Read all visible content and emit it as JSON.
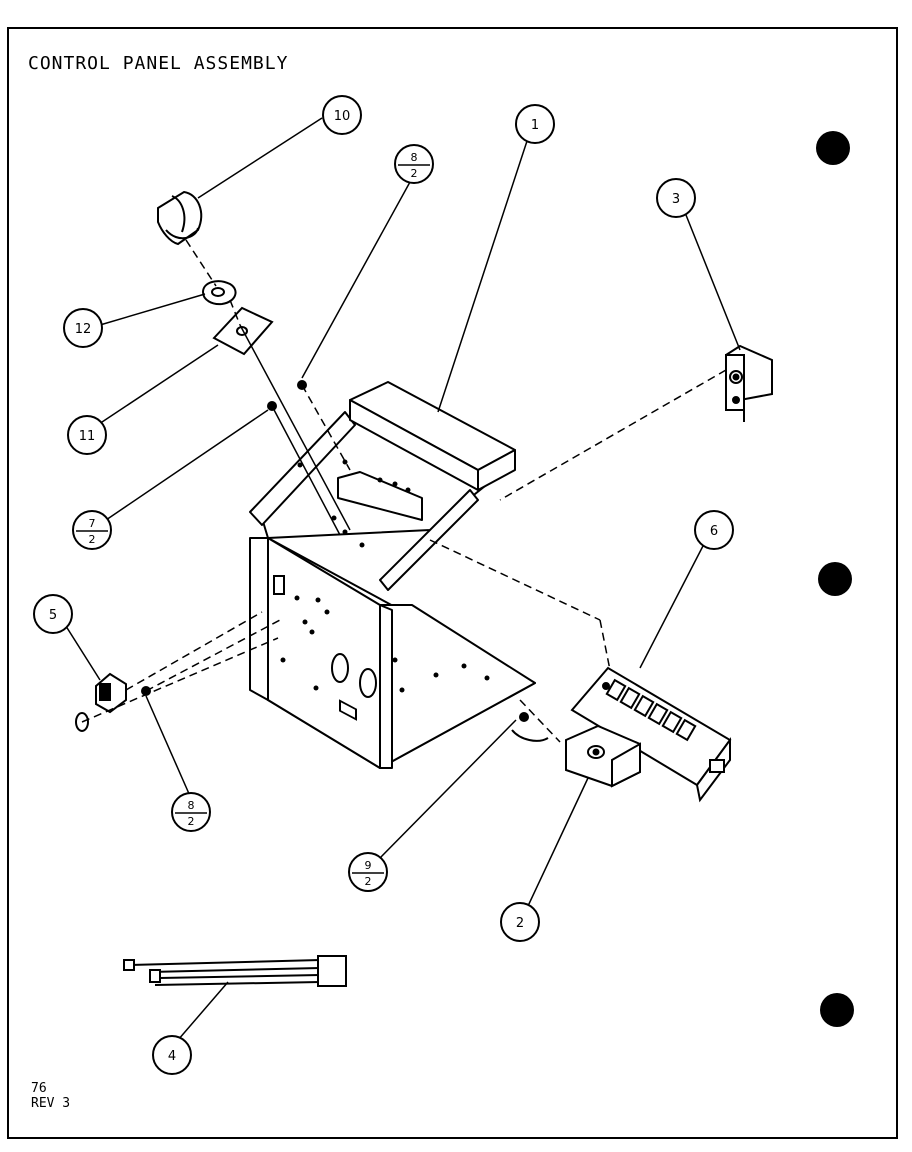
{
  "title": "CONTROL PANEL ASSEMBLY",
  "footer": {
    "page": "76",
    "revision": "REV 3"
  },
  "callouts": {
    "c1": "1",
    "c2": "2",
    "c3": "3",
    "c4": "4",
    "c5": "5",
    "c6": "6",
    "c10": "10",
    "c11": "11",
    "c12": "12",
    "f7": {
      "top": "7",
      "bottom": "2"
    },
    "f8a": {
      "top": "8",
      "bottom": "2"
    },
    "f8b": {
      "top": "8",
      "bottom": "2"
    },
    "f9": {
      "top": "9",
      "bottom": "2"
    }
  }
}
